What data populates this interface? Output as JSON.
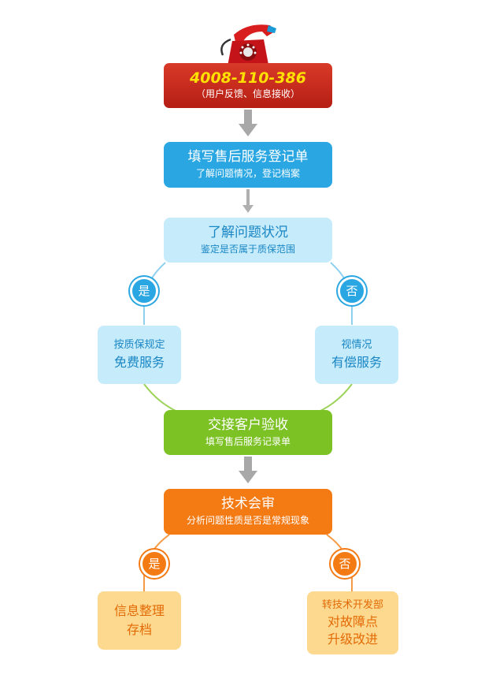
{
  "hotline": {
    "phone": "4008-110-386",
    "subtitle": "（用户反馈、信息接收）"
  },
  "steps": {
    "register": {
      "title": "填写售后服务登记单",
      "subtitle": "了解问题情况，登记档案"
    },
    "understand": {
      "title": "了解问题状况",
      "subtitle": "鉴定是否属于质保范围"
    },
    "free": {
      "line1": "按质保规定",
      "line2": "免费服务"
    },
    "paid": {
      "line1": "视情况",
      "line2": "有偿服务"
    },
    "handover": {
      "title": "交接客户验收",
      "subtitle": "填写售后服务记录单"
    },
    "review": {
      "title": "技术会审",
      "subtitle": "分析问题性质是否是常规现象"
    },
    "archive": {
      "line1": "信息整理",
      "line2": "存档"
    },
    "transfer": {
      "line1": "转技术开发部",
      "line2": "对故障点",
      "line3": "升级改进"
    }
  },
  "badges": {
    "yes": "是",
    "no": "否"
  },
  "colors": {
    "red": "#c8261a",
    "blue": "#2aa7e2",
    "light_blue": "#c6ecfb",
    "green": "#7dc225",
    "orange": "#f47a14",
    "light_orange": "#fdd98f",
    "phone_text": "#ffe000"
  },
  "icons": {
    "phone": "telephone-icon"
  }
}
